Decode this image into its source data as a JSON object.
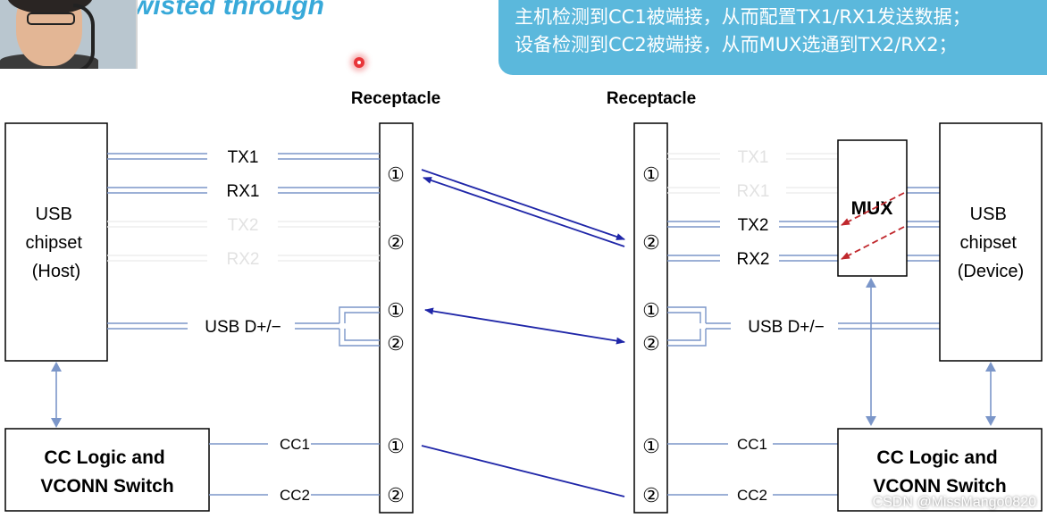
{
  "background_title": "wisted through",
  "note_lines": [
    "主机检测到CC1被端接，从而配置TX1/RX1发送数据；",
    "设备检测到CC2被端接，从而MUX选通到TX2/RX2；"
  ],
  "receptacle_label": "Receptacle",
  "host_chip": [
    "USB",
    "chipset",
    "(Host)"
  ],
  "device_chip": [
    "USB",
    "chipset",
    "(Device)"
  ],
  "cc_logic": [
    "CC Logic and",
    "VCONN Switch"
  ],
  "mux_label": "MUX",
  "pin_symbols": {
    "one": "①",
    "two": "②"
  },
  "signals": {
    "tx1": "TX1",
    "rx1": "RX1",
    "tx2": "TX2",
    "rx2": "RX2",
    "usbd": "USB D+/−",
    "cc1": "CC1",
    "cc2": "CC2"
  },
  "watermark": "CSDN @MissMango0820",
  "colors": {
    "line": "#7b96c9",
    "arrow": "#1f26a8",
    "mux_arrow": "#c0282d",
    "note_bg": "#5bb8dc",
    "faded_text": "#e2e2e2"
  }
}
